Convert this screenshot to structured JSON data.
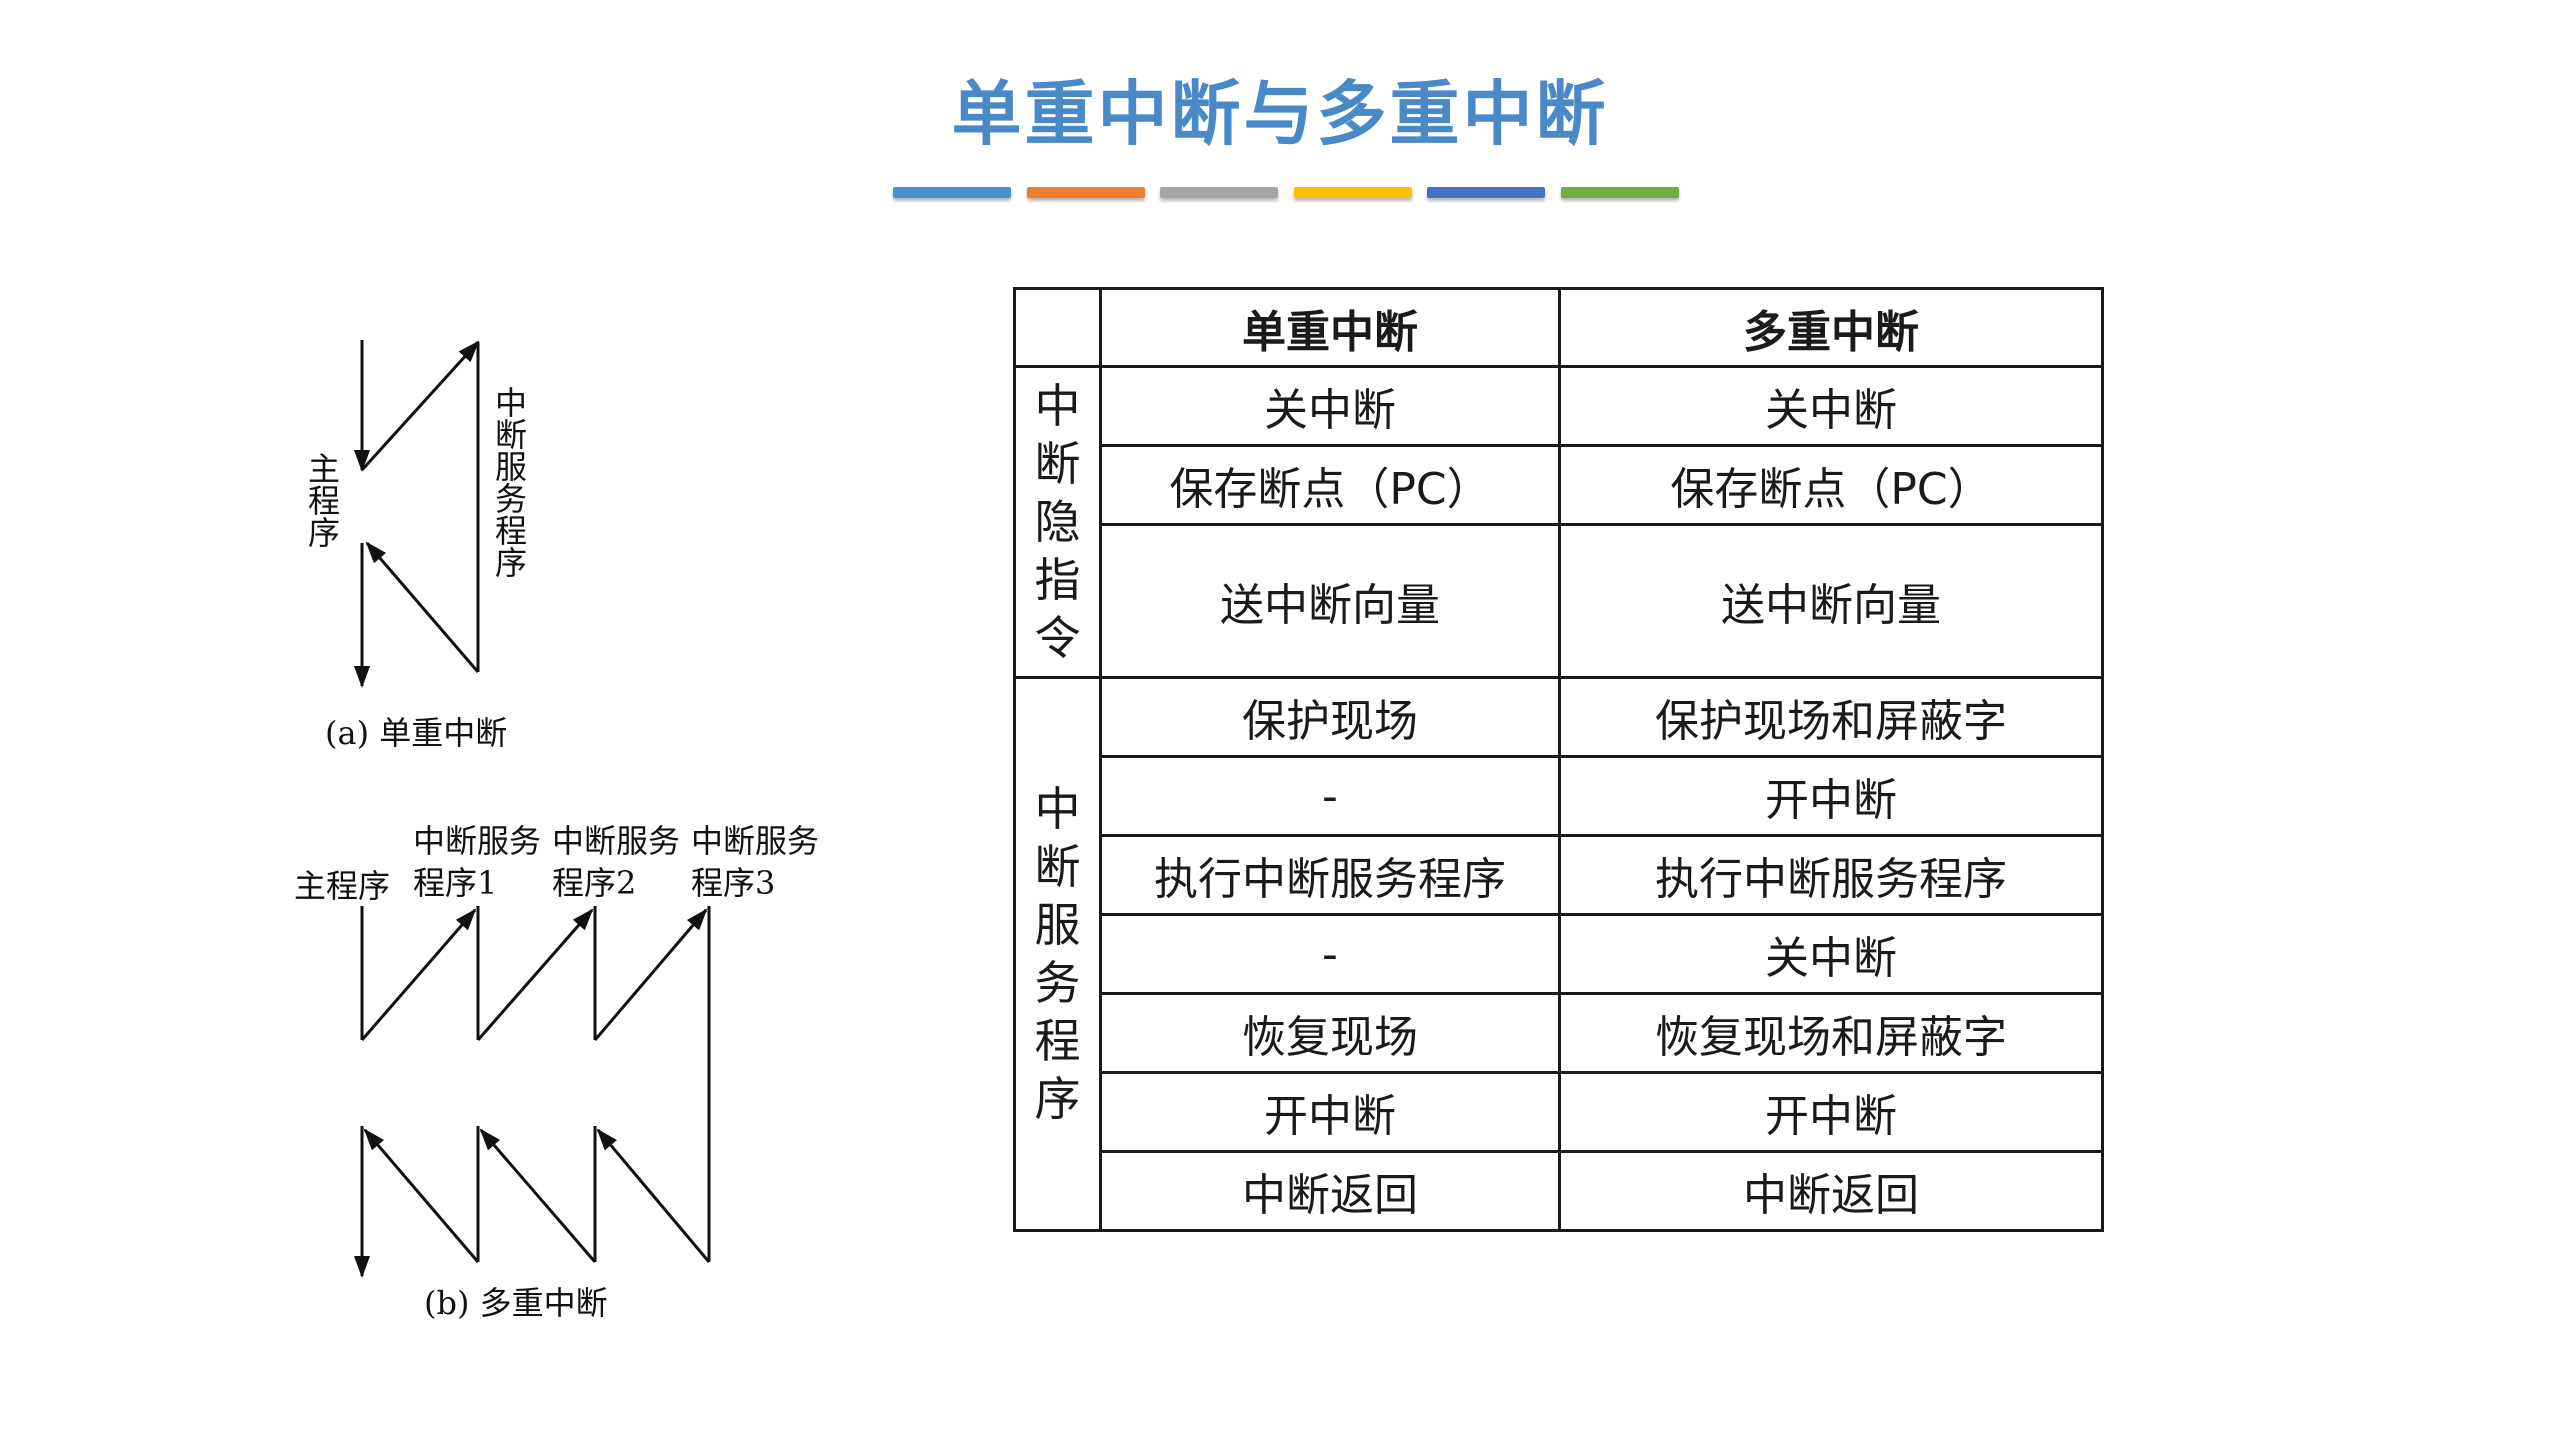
{
  "title": "单重中断与多重中断",
  "accent_bar_colors": [
    "#4a8fd0",
    "#ee7d31",
    "#a5a5a5",
    "#ffc000",
    "#4472c4",
    "#70ad47"
  ],
  "diagram_a": {
    "main_program_label": "主程序",
    "isr_label": "中断服务程序",
    "caption": "(a) 单重中断"
  },
  "diagram_b": {
    "main_program_label": "主程序",
    "isr1_label": "中断服务程序1",
    "isr2_label": "中断服务程序2",
    "isr3_label": "中断服务程序3",
    "caption": "(b) 多重中断"
  },
  "table": {
    "header_empty": "",
    "header_single": "单重中断",
    "header_multi": "多重中断",
    "group1_label": "中断隐指令",
    "group2_label": "中断服务程序",
    "rows": [
      {
        "single": "关中断",
        "multi": "关中断"
      },
      {
        "single": "保存断点（PC）",
        "multi": "保存断点（PC）"
      },
      {
        "single": "送中断向量",
        "multi": "送中断向量"
      },
      {
        "single": "保护现场",
        "multi": "保护现场和屏蔽字"
      },
      {
        "single": "-",
        "multi": "开中断"
      },
      {
        "single": "执行中断服务程序",
        "multi": "执行中断服务程序"
      },
      {
        "single": "-",
        "multi": "关中断"
      },
      {
        "single": "恢复现场",
        "multi": "恢复现场和屏蔽字"
      },
      {
        "single": "开中断",
        "multi": "开中断"
      },
      {
        "single": "中断返回",
        "multi": "中断返回"
      }
    ]
  }
}
